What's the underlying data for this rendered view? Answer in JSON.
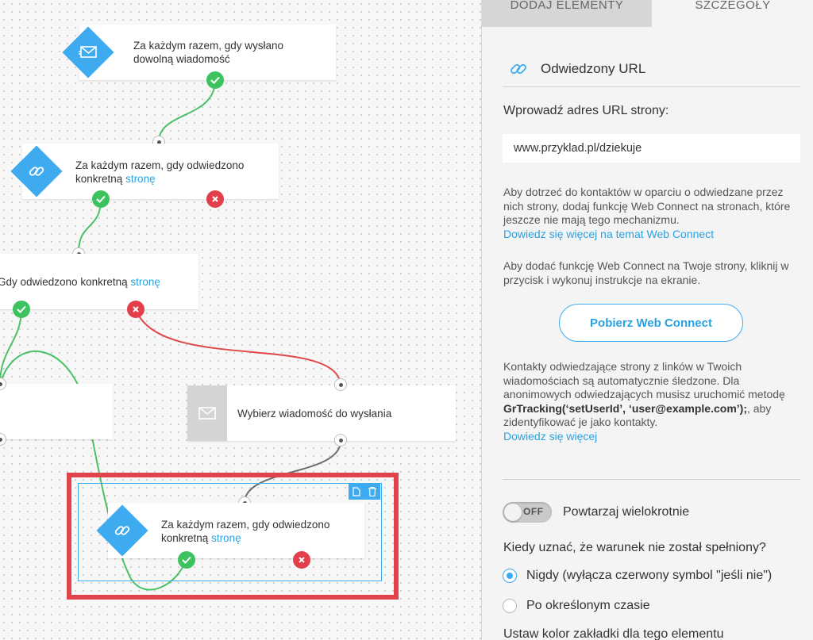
{
  "nodes": {
    "n1": {
      "text": "Za każdym razem, gdy wysłano dowolną wiadomość"
    },
    "n2": {
      "text": "Za każdym razem, gdy odwiedzono konkretną",
      "link": "stronę"
    },
    "n3": {
      "text": "Gdy odwiedzono konkretną",
      "link": "stronę"
    },
    "n4": {
      "text": "Wybierz wiadomość do wysłania"
    },
    "n5": {
      "text": "Za każdym razem, gdy odwiedzono konkretną",
      "link": "stronę"
    }
  },
  "panel": {
    "tabs": [
      "DODAJ ELEMENTY",
      "SZCZEGÓŁY"
    ],
    "title": "Odwiedzony URL",
    "url_label": "Wprowadź adres URL strony:",
    "url_value": "www.przyklad.pl/dziekuje",
    "info1": "Aby dotrzeć do kontaktów w oparciu o odwiedzane przez nich strony, dodaj funkcję Web Connect na stronach, które jeszcze nie mają tego mechanizmu.",
    "info1_link": "Dowiedz się więcej na temat Web Connect",
    "info2": "Aby dodać funkcję Web Connect na Twoje strony, kliknij w przycisk i wykonuj instrukcje na ekranie.",
    "button": "Pobierz Web Connect",
    "info3_a": "Kontakty odwiedzające strony z linków w Twoich wiadomościach są automatycznie śledzone. Dla anonimowych odwiedzających musisz uruchomić metodę",
    "info3_code": "GrTracking(‘setUserId’, ‘user@example.com’);",
    "info3_b": ", aby zidentyfikować je jako kontakty.",
    "info3_link": "Dowiedz się więcej",
    "toggle": "OFF",
    "repeat": "Powtarzaj wielokrotnie",
    "question": "Kiedy uznać, że warunek nie został spełniony?",
    "options": [
      "Nigdy (wyłącza czerwony symbol \"jeśli nie\")",
      "Po określonym czasie"
    ],
    "color_label": "Ustaw kolor zakładki dla tego elementu"
  },
  "colors": {
    "accent": "#3eaaf0",
    "ok": "#3cc35f",
    "error": "#e33f4b",
    "selection": "#e0434b"
  }
}
